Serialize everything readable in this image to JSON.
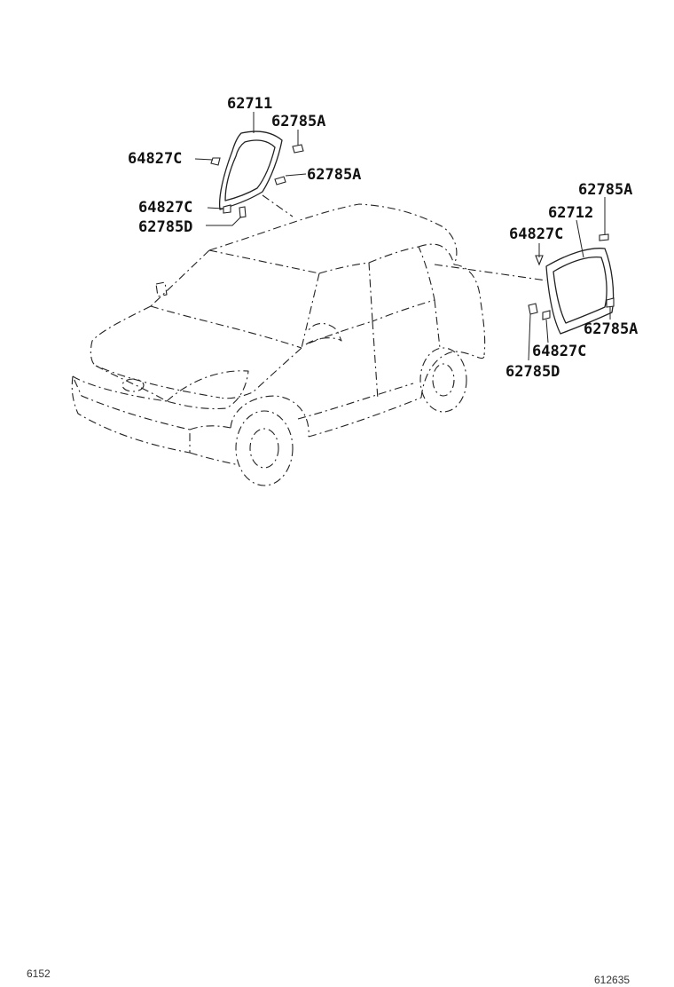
{
  "labels": {
    "p62711": "62711",
    "p62785a_top_left": "62785A",
    "p64827c_left_upper": "64827C",
    "p62785a_left_mid": "62785A",
    "p64827c_left_lower": "64827C",
    "p62785d_left": "62785D",
    "p62785a_right_top": "62785A",
    "p62712": "62712",
    "p64827c_right_upper": "64827C",
    "p62785a_right_lower": "62785A",
    "p64827c_right_lower": "64827C",
    "p62785d_right": "62785D"
  },
  "footer": {
    "left_code": "6152",
    "right_code": "612635"
  }
}
